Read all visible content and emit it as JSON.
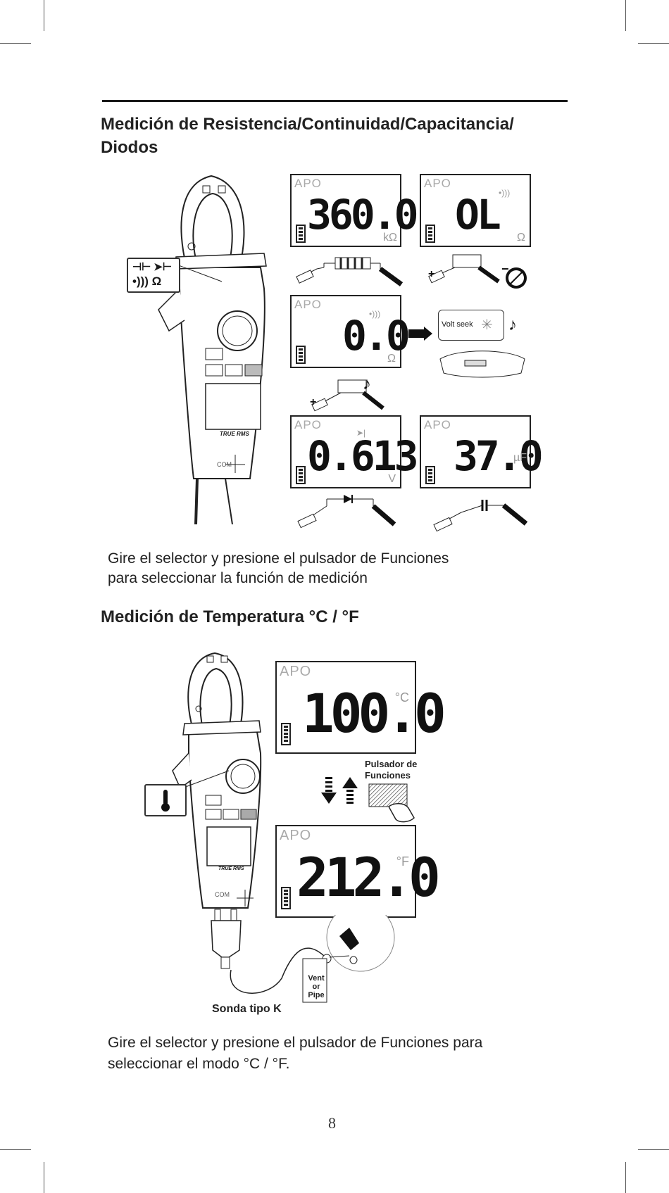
{
  "section1": {
    "title_line1": "Medición de Resistencia/Continuidad/Capacitancia/",
    "title_line2": "Diodos",
    "selector_symbols_top": "⊣⊢ ➤⊢",
    "selector_symbols_bottom": "•))) Ω",
    "meter_label": "TRUE RMS",
    "com_label": "COM",
    "plus_label": "+",
    "displays": [
      {
        "apo": "APO",
        "value": "360.0",
        "unit": "kΩ"
      },
      {
        "apo": "APO",
        "value": "OL",
        "unit": "Ω"
      },
      {
        "apo": "APO",
        "value": "0.0",
        "unit": "Ω"
      },
      {
        "apo": "APO",
        "value": "0.613",
        "unit": "V"
      },
      {
        "apo": "APO",
        "value": "37.0",
        "unit": "µF"
      }
    ],
    "volt_seek_label": "Volt seek",
    "instruction_line1": "Gire el selector y presione el pulsador de Funciones",
    "instruction_line2": "para seleccionar la función de medición"
  },
  "section2": {
    "title": "Medición de Temperatura °C / °F",
    "meter_label": "TRUE RMS",
    "com_label": "COM",
    "plus_label": "+",
    "display_c": {
      "apo": "APO",
      "value": "100.0",
      "unit": "°C"
    },
    "display_f": {
      "apo": "APO",
      "value": "212.0",
      "unit": "°F"
    },
    "button_label_line1": "Pulsador de",
    "button_label_line2": "Funciones",
    "vent_line1": "Vent",
    "vent_line2": "or",
    "vent_line3": "Pipe",
    "probe_label": "Sonda tipo K",
    "instruction_line1": "Gire el selector y presione el pulsador de Funciones para",
    "instruction_line2": "seleccionar el modo °C / °F."
  },
  "page_number": "8"
}
